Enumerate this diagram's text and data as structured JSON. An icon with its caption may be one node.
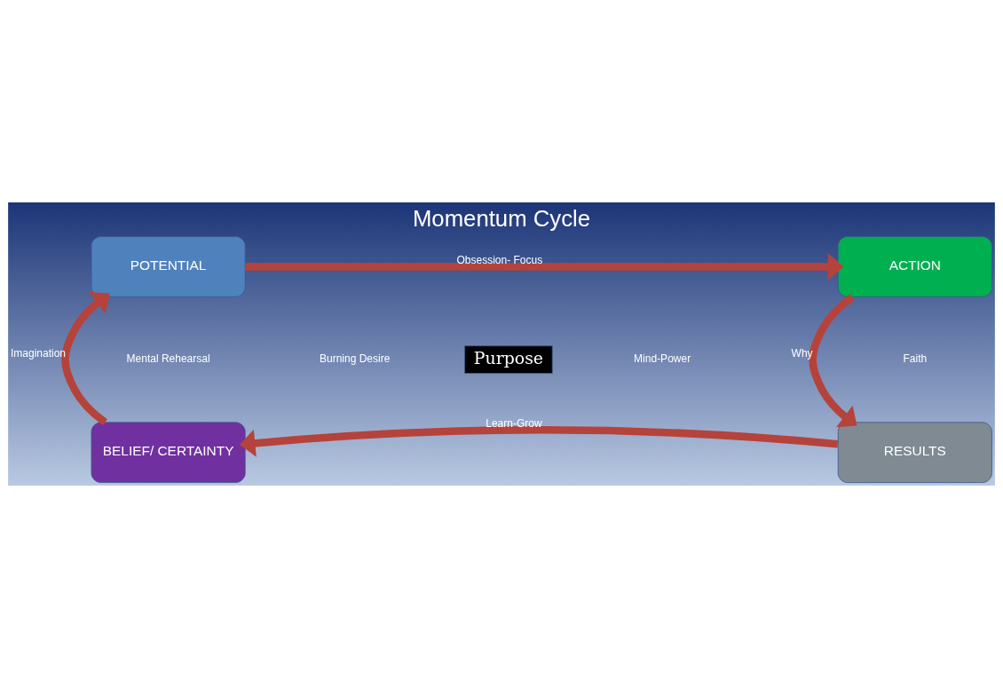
{
  "diagram": {
    "title": "Momentum Cycle",
    "nodes": [
      {
        "text": [
          "POTENTIAL"
        ]
      },
      {
        "text": [
          "ACTION"
        ]
      },
      {
        "text": [
          "RESULTS"
        ]
      },
      {
        "text": [
          "BELIEF/ CERTAINTY"
        ]
      },
      {
        "text": [
          "Purpose"
        ]
      }
    ],
    "edges": [
      {
        "from": 0,
        "to": 1,
        "arrow": "to",
        "label": "Obsession- Focus"
      },
      {
        "from": 1,
        "to": 2,
        "arrow": "to",
        "label": "Why"
      },
      {
        "from": 2,
        "to": 3,
        "arrow": "to",
        "label": "Learn-Grow"
      },
      {
        "from": 3,
        "to": 0,
        "arrow": "to",
        "label": "Imagination"
      }
    ],
    "labels": [
      "Burning Desire",
      "Faith",
      "Mind-Power",
      "Mental Rehearsal"
    ]
  }
}
